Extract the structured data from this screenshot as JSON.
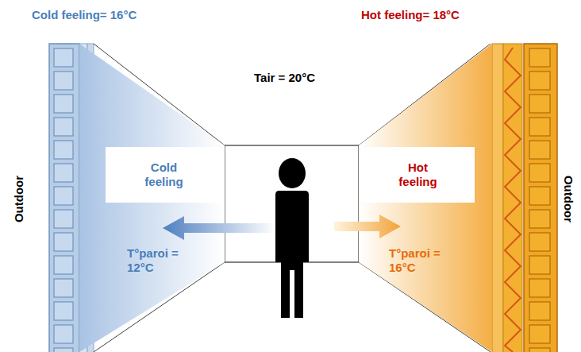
{
  "diagram": {
    "nodes": [
      {
        "text": [
          "T°paroi = 12°C"
        ]
      },
      {
        "text": [
          "Cold feeling"
        ],
        "in": 0
      },
      {
        "text": [
          "T°paroi = 16°C"
        ]
      },
      {
        "text": [
          "Hot feeling"
        ],
        "in": 2
      }
    ],
    "labels": [
      "Cold feeling= 16°C",
      "Hot feeling= 18°C",
      "Tair = 20°C",
      "Outdoor",
      "Outdoor"
    ]
  }
}
